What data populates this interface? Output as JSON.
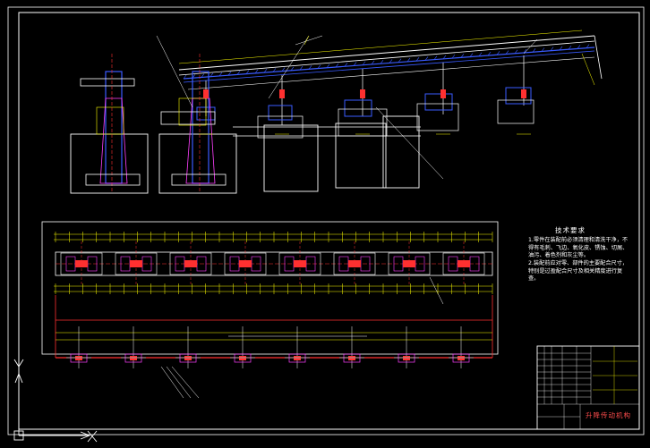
{
  "drawing": {
    "title": "升降传动机构",
    "tech_requirements": {
      "heading": "技术要求",
      "items": [
        "1.零件在装配前必须清理和清洗干净，不得有毛刺、飞边、氧化皮、锈蚀、切屑、油污、着色剂和灰尘等。",
        "2.装配前应对零、部件的主要配合尺寸，特别是过盈配合尺寸及相关精度进行复查。"
      ]
    }
  },
  "colors": {
    "background": "#000000",
    "outline": "#ffffff",
    "structure": "#ff3030",
    "machinery": "#3a5bff",
    "dimension": "#ffff00",
    "leader": "#ffffff",
    "accent_magenta": "#ff40ff",
    "accent_cyan": "#40ffff"
  },
  "icons": {
    "ucs_icon": "ucs-axis-icon"
  }
}
